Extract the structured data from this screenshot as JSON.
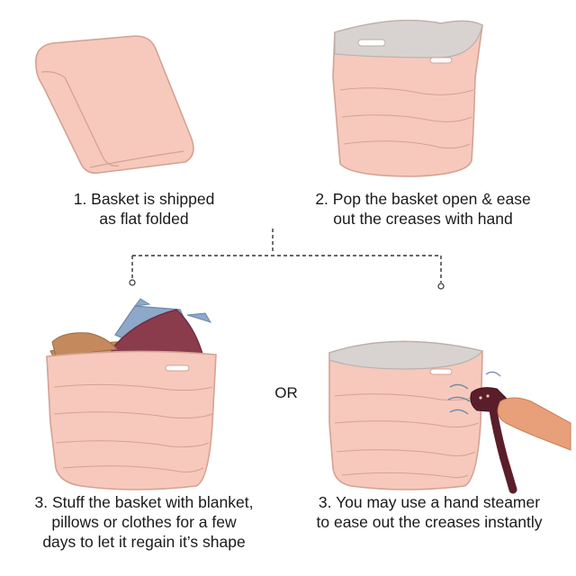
{
  "colors": {
    "basket_pink": "#f6c9bc",
    "basket_outline": "#d4a293",
    "basket_inner": "#d8d3d0",
    "blanket_brown": "#c48a5e",
    "pillow_blue": "#8da8c8",
    "pillow_maroon": "#8a3b4c",
    "steamer": "#5a1e2a",
    "hand": "#e8a07a",
    "connector": "#333333"
  },
  "steps": [
    {
      "line1": "1. Basket is shipped",
      "line2": "as flat folded"
    },
    {
      "line1": "2. Pop the basket open & ease",
      "line2": "out the creases with hand"
    },
    {
      "line1": "3. Stuff the basket with blanket,",
      "line2": "pillows or clothes for a few",
      "line3": "days to let it regain it’s shape"
    },
    {
      "line1": "3. You may use a hand steamer",
      "line2": "to ease out the creases instantly"
    }
  ],
  "or_label": "OR",
  "icons": {
    "folded": "folded-basket-icon",
    "open": "open-basket-icon",
    "stuffed": "stuffed-basket-icon",
    "steamed": "steamer-basket-icon"
  }
}
